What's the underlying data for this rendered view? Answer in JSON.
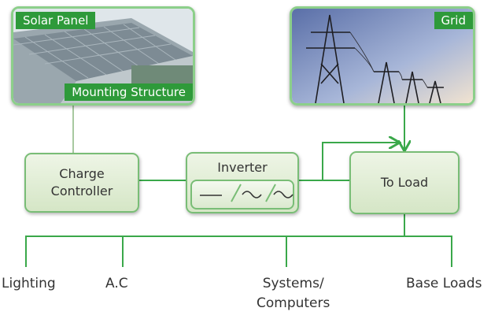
{
  "solar": {
    "tag": "Solar Panel",
    "mount_label": "Mounting Structure"
  },
  "grid": {
    "tag": "Grid"
  },
  "charge_controller": {
    "label": "Charge\nController"
  },
  "inverter": {
    "label": "Inverter",
    "symbols": [
      "—",
      "~",
      "~"
    ]
  },
  "to_load": {
    "label": "To Load"
  },
  "loads": [
    {
      "label": "Lighting"
    },
    {
      "label": "A.C"
    },
    {
      "label": "Systems/\nComputers"
    },
    {
      "label": "Base Loads"
    }
  ],
  "colors": {
    "line": "#3aa84a",
    "tag_bg": "#2e9a3a",
    "box_border": "#79bd76"
  }
}
